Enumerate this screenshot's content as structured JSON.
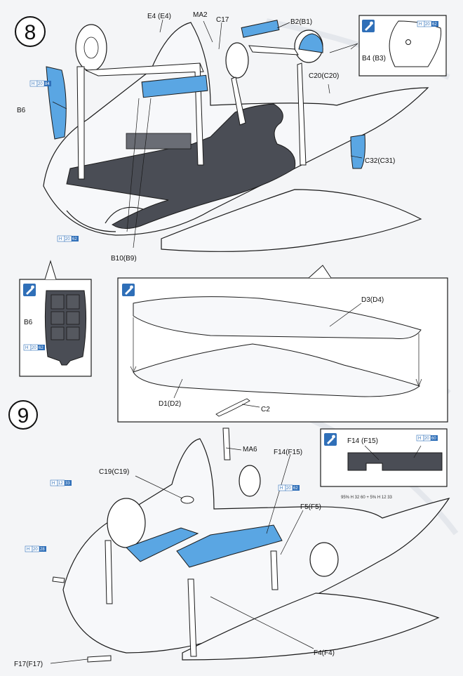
{
  "steps": [
    {
      "number": "8"
    },
    {
      "number": "9"
    }
  ],
  "paint_refs": {
    "r1": {
      "code": "H",
      "num_a": "20",
      "num_b": "84"
    },
    "r2": {
      "code": "H",
      "num_a": "20",
      "num_b": "62"
    },
    "r3": {
      "code": "H",
      "num_a": "20",
      "num_b": "62"
    },
    "r4": {
      "code": "H",
      "num_a": "20",
      "num_b": "62"
    },
    "r5": {
      "code": "H",
      "num_a": "12",
      "num_b": "33"
    },
    "r6": {
      "code": "H",
      "num_a": "20",
      "num_b": "62"
    },
    "r7": {
      "code": "H",
      "num_a": "20",
      "num_b": "28"
    },
    "r8": {
      "code": "H",
      "num_a": "20",
      "num_b": "60"
    }
  },
  "mix_note": "95% H 32 60 + 5% H 12 33",
  "labels": {
    "e4": "E4 (E4)",
    "ma2": "MA2",
    "c17": "C17",
    "b2": "B2(B1)",
    "b4": "B4 (B3)",
    "c20": "C20(C20)",
    "b6": "B6",
    "c32": "C32(C31)",
    "b10": "B10(B9)",
    "b6_inset": "B6",
    "d3": "D3(D4)",
    "d1": "D1(D2)",
    "c2": "C2",
    "ma6": "MA6",
    "f14": "F14(F15)",
    "c19": "C19(C19)",
    "f14_inset": "F14 (F15)",
    "f5": "F5(F5)",
    "f17": "F17(F17)",
    "f4": "F4(F4)"
  },
  "icons": {
    "brush": "paint-brush-icon"
  },
  "colors": {
    "part_blue": "#5aa6e3",
    "cockpit_dark": "#4a4d55",
    "line": "#1a1a1a",
    "chip_blue": "#2f6fb8",
    "background": "#f4f5f7"
  }
}
